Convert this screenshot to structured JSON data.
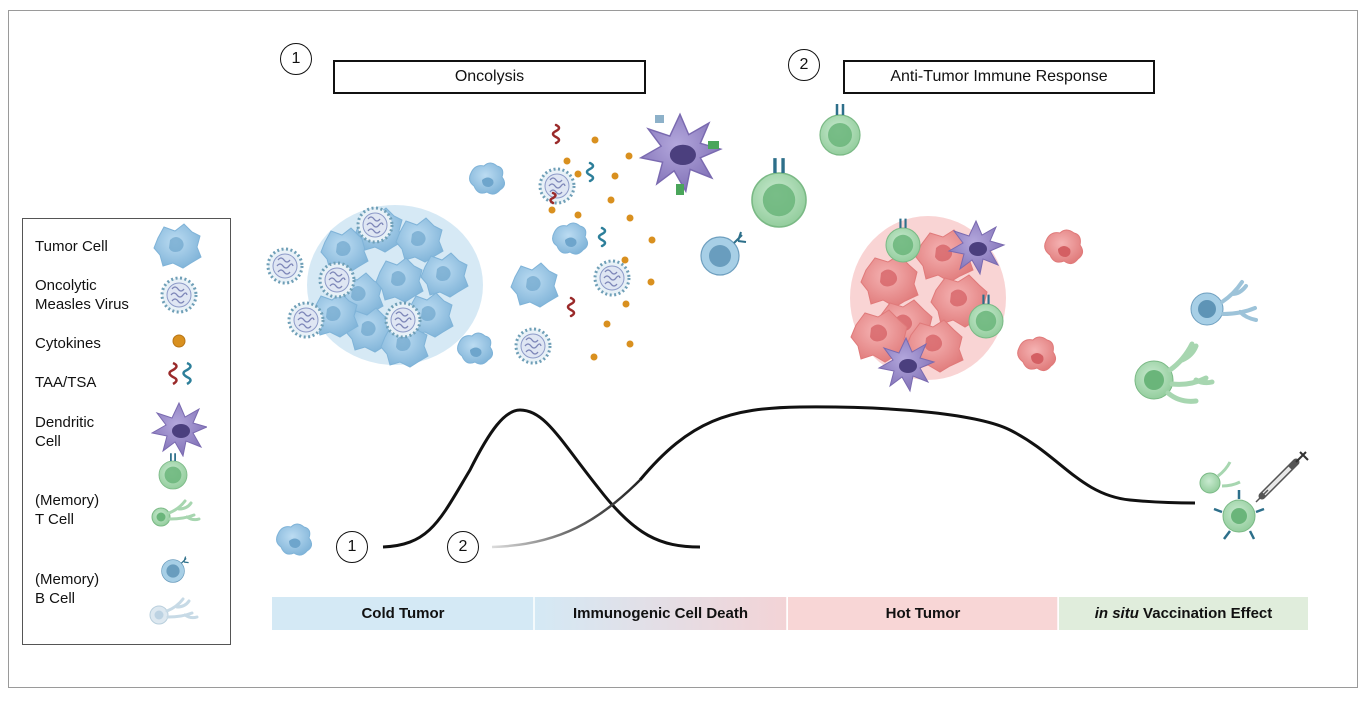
{
  "step_markers": {
    "oncolysis_number": "1",
    "immune_number": "2",
    "curve_1_number": "1",
    "curve_2_number": "2"
  },
  "headers": {
    "oncolysis": "Oncolysis",
    "immune_response": "Anti-Tumor Immune Response"
  },
  "legend": {
    "tumor_cell": "Tumor Cell",
    "virus_line1": "Oncolytic",
    "virus_line2": "Measles Virus",
    "cytokines": "Cytokines",
    "taa_tsa": "TAA/TSA",
    "dendritic_line1": "Dendritic",
    "dendritic_line2": "Cell",
    "tcell_line1": "(Memory)",
    "tcell_line2": "T Cell",
    "bcell_line1": "(Memory)",
    "bcell_line2": "B Cell"
  },
  "phases": {
    "cold": "Cold Tumor",
    "icd": "Immunogenic Cell Death",
    "hot": "Hot Tumor",
    "insitu_italic": "in situ",
    "insitu_rest": " Vaccination Effect"
  },
  "colors": {
    "tumor_blue": "#9cc6e4",
    "tumor_red": "#ef8e8e",
    "dendritic_purple": "#8f7fc0",
    "tcell_green": "#96cf9e",
    "bcell_blue": "#8dbcd9",
    "cytokine_orange": "#d9901f",
    "taa_red": "#9a2a2a",
    "tsa_teal": "#2d7f9a",
    "band_cold": "#d4e9f5",
    "band_hot": "#f8d6d6",
    "band_insitu": "#e0eddc"
  },
  "icons": [
    "tumor-cell-icon",
    "measles-virus-icon",
    "cytokine-icon",
    "taa-tsa-icon",
    "dendritic-cell-icon",
    "t-cell-icon",
    "b-cell-icon",
    "syringe-icon"
  ]
}
